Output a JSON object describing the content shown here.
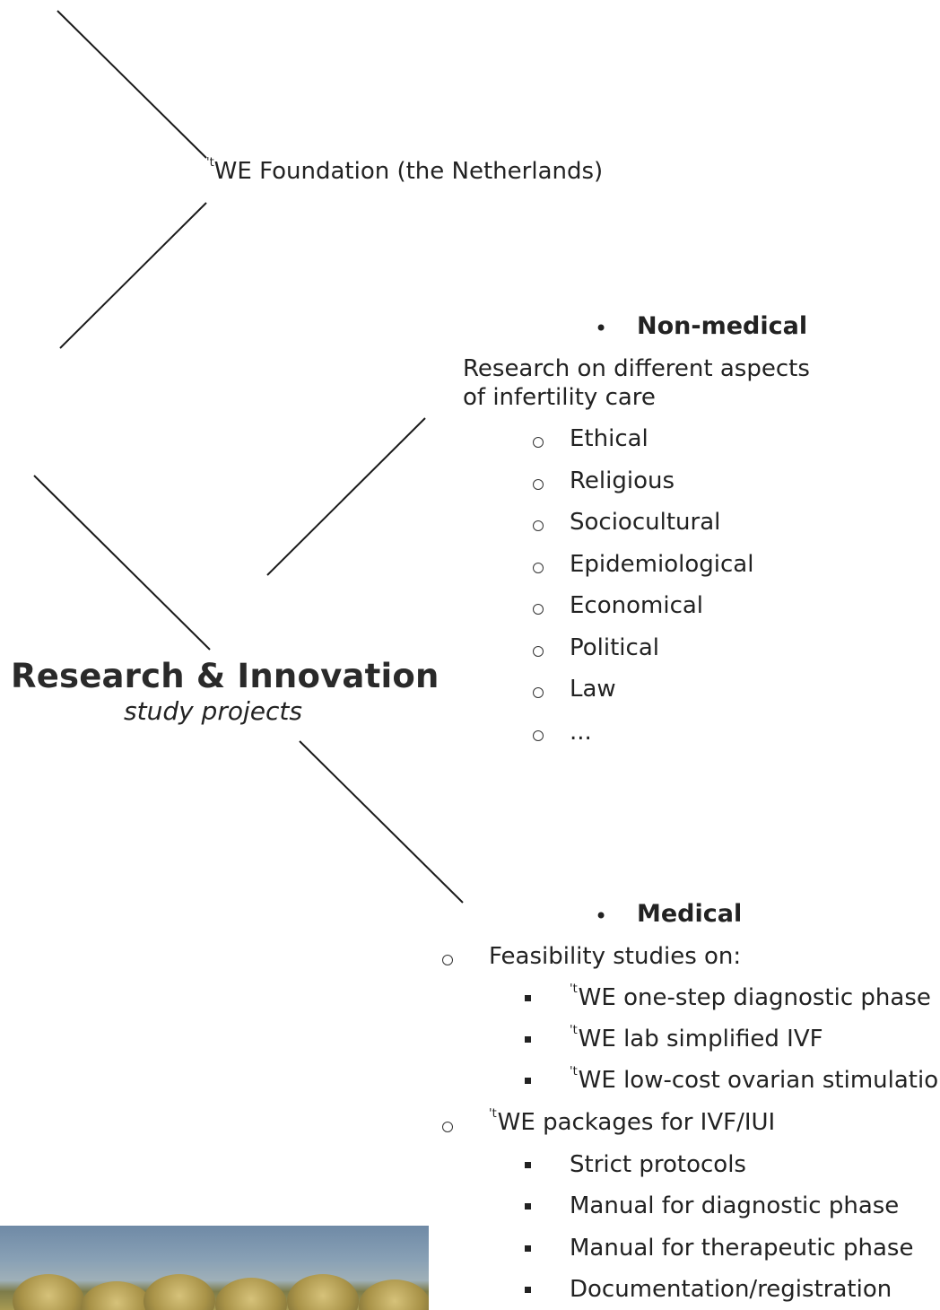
{
  "foundation": {
    "prefix": "'t",
    "label": "WE Foundation (the Netherlands)"
  },
  "center": {
    "title": "Research & Innovation",
    "subtitle": "study projects"
  },
  "non_medical": {
    "bullet": "•",
    "heading": "Non-medical",
    "description_line1": "Research on different aspects",
    "description_line2": "of infertility care",
    "items": [
      "Ethical",
      "Religious",
      "Sociocultural",
      "Epidemiological",
      "Economical",
      "Political",
      "Law",
      "..."
    ]
  },
  "medical": {
    "bullet": "•",
    "heading": "Medical",
    "groups": [
      {
        "label": "Feasibility studies on:",
        "items": [
          {
            "prefix": "'t",
            "text": "WE one-step diagnostic phase"
          },
          {
            "prefix": "'t",
            "text": "WE lab simplified IVF"
          },
          {
            "prefix": "'t",
            "text": "WE low-cost ovarian stimulation"
          }
        ]
      },
      {
        "prefix": "'t",
        "label": "WE packages for IVF/IUI",
        "items": [
          {
            "text": "Strict protocols"
          },
          {
            "text": "Manual for diagnostic phase"
          },
          {
            "text": "Manual for therapeutic phase"
          },
          {
            "text": "Documentation/registration"
          }
        ]
      }
    ]
  },
  "colors": {
    "text": "#222222",
    "line": "#1a1a1a",
    "background": "#ffffff"
  }
}
